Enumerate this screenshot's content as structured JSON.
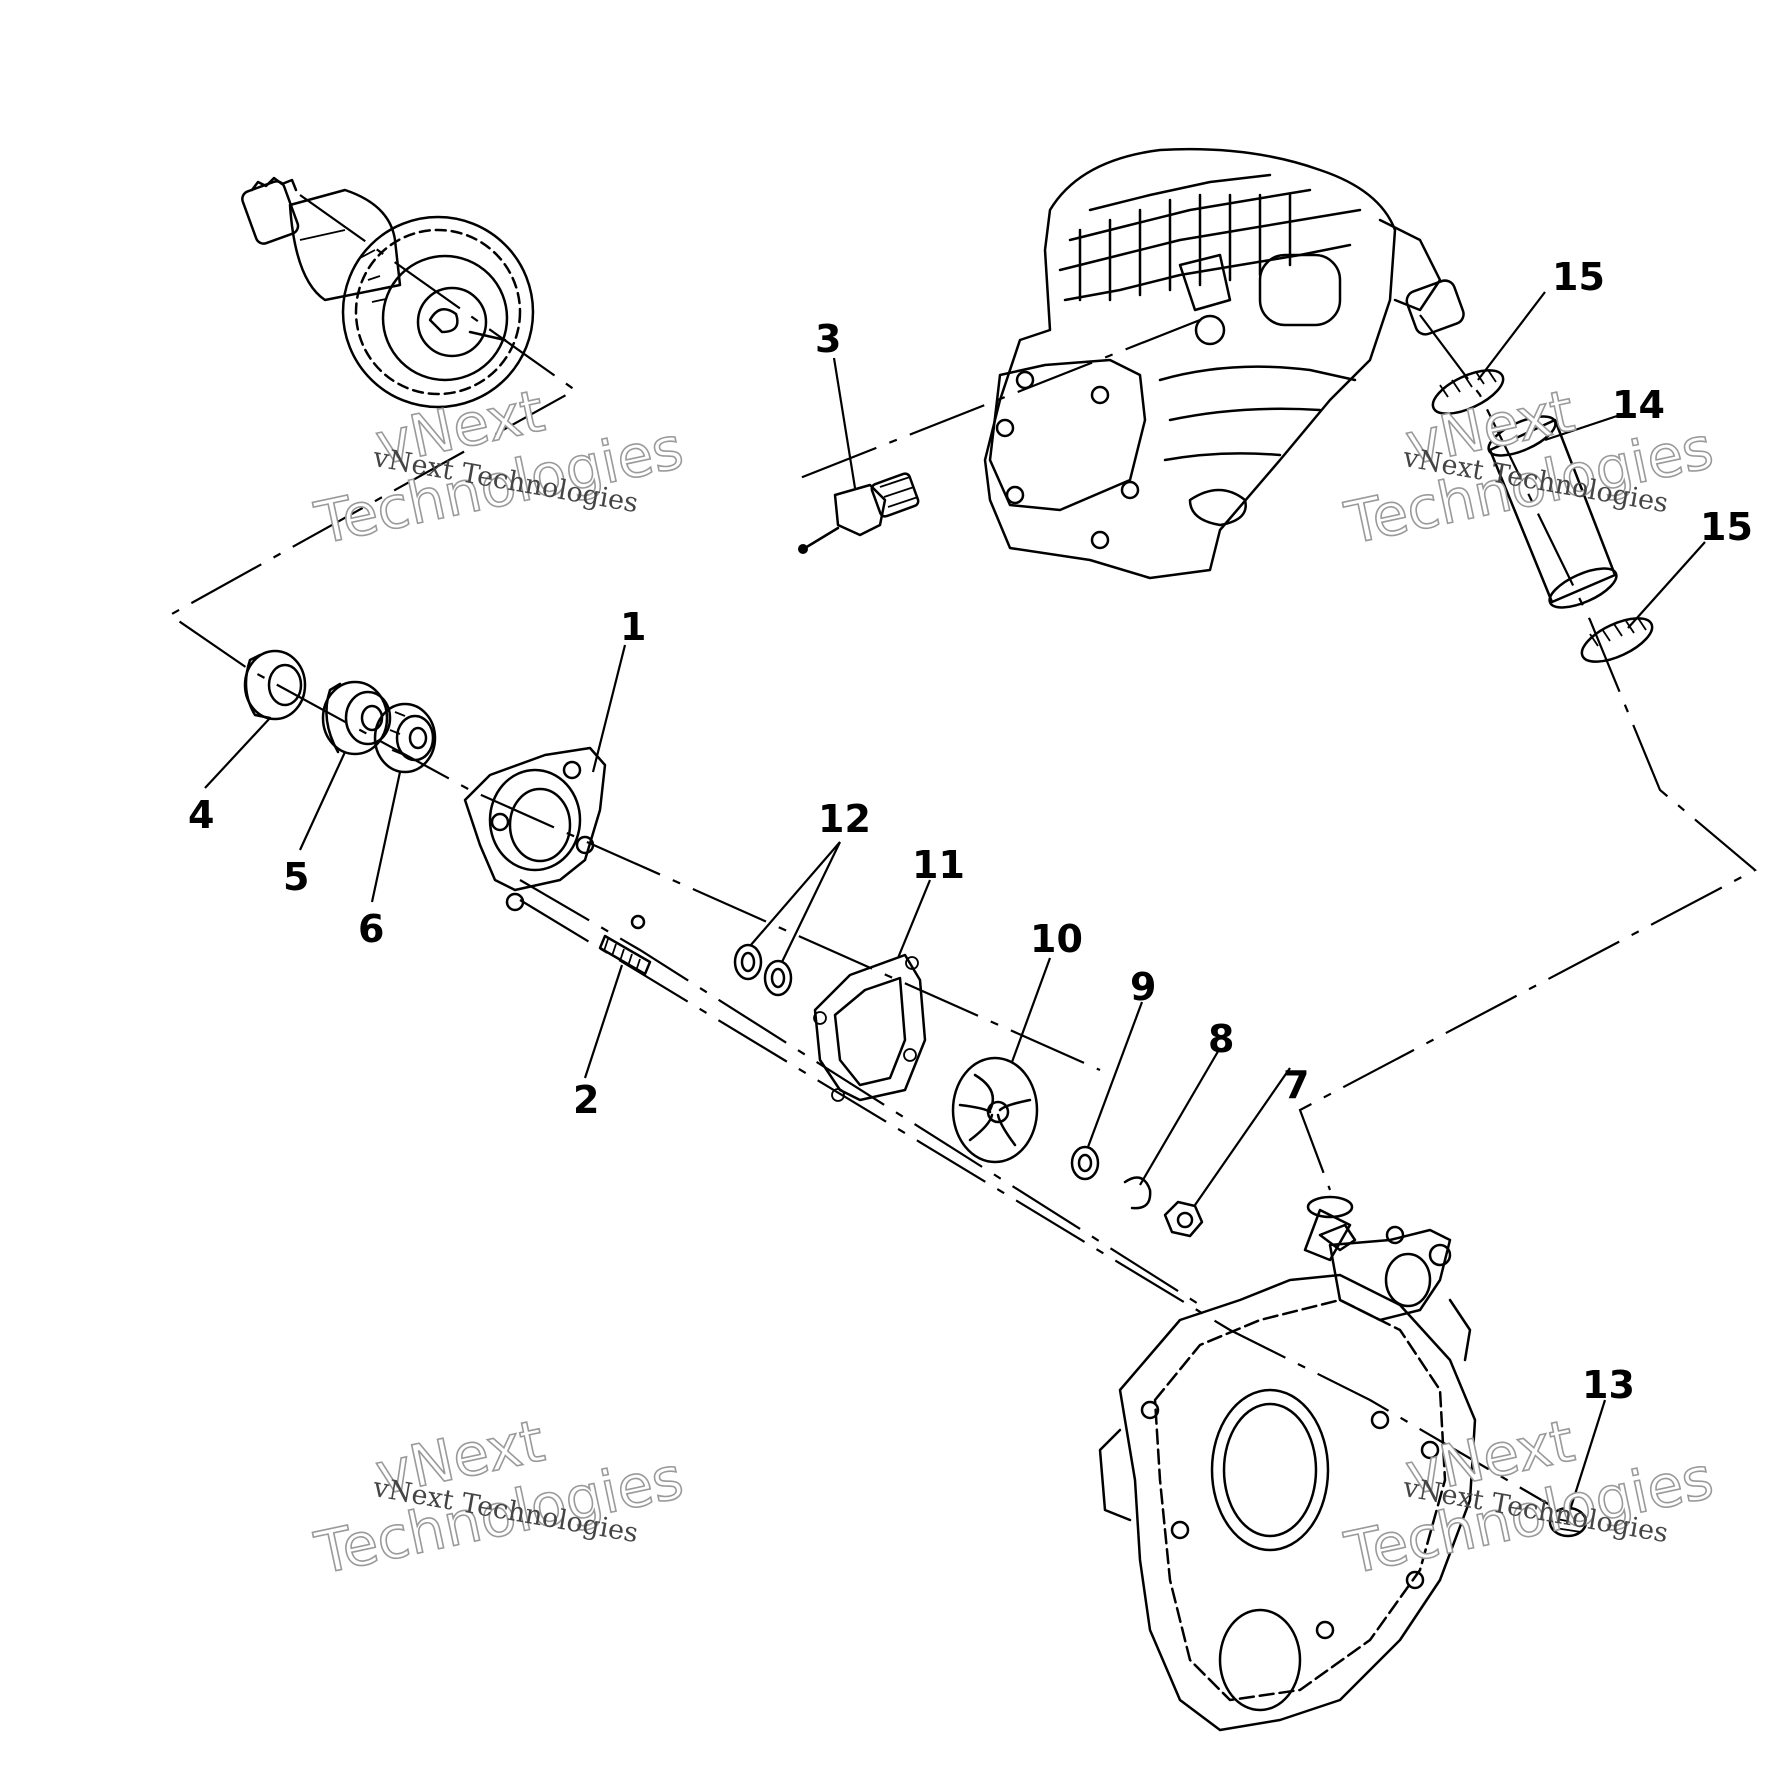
{
  "callouts": [
    {
      "label": "1"
    },
    {
      "label": "2"
    },
    {
      "label": "3"
    },
    {
      "label": "4"
    },
    {
      "label": "5"
    },
    {
      "label": "6"
    },
    {
      "label": "7"
    },
    {
      "label": "8"
    },
    {
      "label": "9"
    },
    {
      "label": "10"
    },
    {
      "label": "11"
    },
    {
      "label": "12"
    },
    {
      "label": "13"
    },
    {
      "label": "14"
    },
    {
      "label": "15"
    },
    {
      "label": "15"
    }
  ],
  "watermark": {
    "big_line1": "vNext",
    "big_line2": "Technologies",
    "small": "vNext Technologies"
  }
}
